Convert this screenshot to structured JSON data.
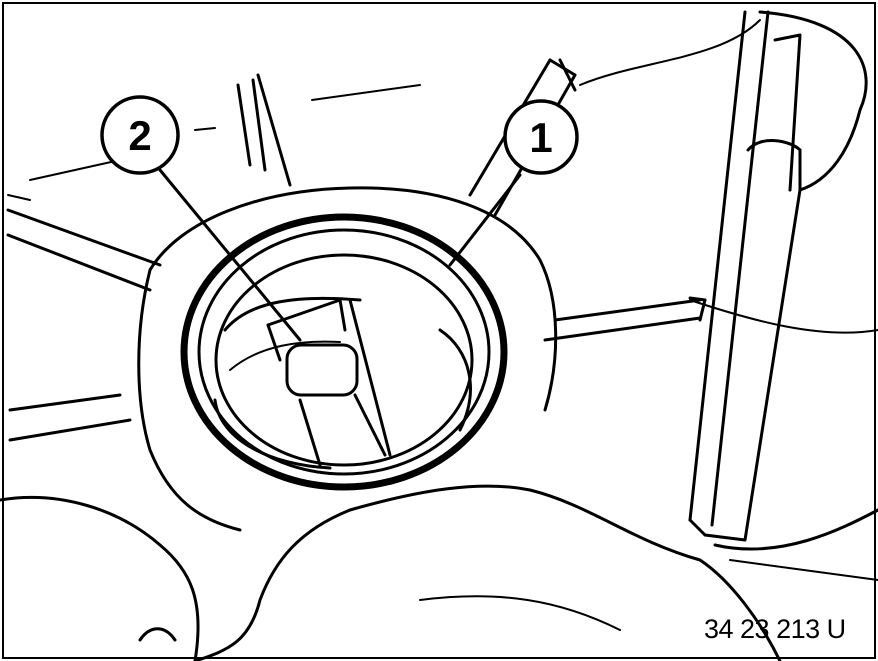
{
  "callouts": [
    {
      "label": "1"
    },
    {
      "label": "2"
    }
  ],
  "figure_code": "34 23 213 U"
}
